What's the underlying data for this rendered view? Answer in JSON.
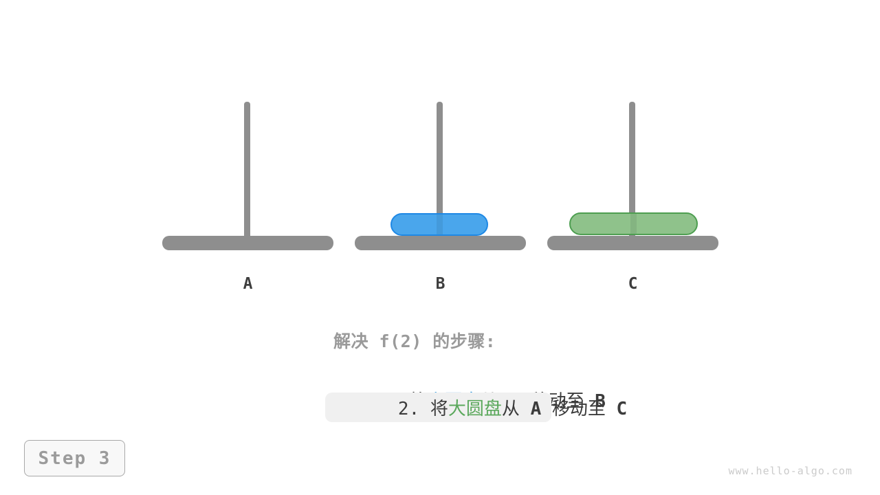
{
  "figure": {
    "pegs": [
      {
        "label": "A",
        "disks": []
      },
      {
        "label": "B",
        "disks": [
          "small-disk"
        ]
      },
      {
        "label": "C",
        "disks": [
          "large-disk"
        ]
      }
    ],
    "disks": [
      {
        "id": "small-disk",
        "name_cn": "小圆盘",
        "on_peg": "B"
      },
      {
        "id": "large-disk",
        "name_cn": "大圆盘",
        "on_peg": "C"
      }
    ]
  },
  "caption": {
    "title": "解决 f(2) 的步骤:",
    "steps": [
      {
        "highlighted": false,
        "segments": [
          "1. 将",
          "小圆盘",
          "从 ",
          "A",
          " 移动至 ",
          "B"
        ]
      },
      {
        "highlighted": true,
        "segments": [
          "2. 将",
          "大圆盘",
          "从 ",
          "A",
          " 移动至 ",
          "C"
        ]
      }
    ]
  },
  "step_badge": {
    "label": "Step 3"
  },
  "watermark": "www.hello-algo.com",
  "colors": {
    "accent_blue": "#3498DB",
    "accent_green": "#5BA85C",
    "text_dark": "#3C3C3C",
    "text_gray": "#9A9A9A",
    "label_dark": "#3E3E3E",
    "wood_gray": "#8E8E8E",
    "disk_small_fill": "#4AA6EC",
    "disk_small_border": "#1E88E5",
    "disk_large_fill": "#8FC28B",
    "disk_large_border": "#4D9E50",
    "highlight_bg": "#F0F0F0",
    "badge_bg": "#F8F8F8",
    "badge_border": "#A8A8A8",
    "badge_text": "#9B9B9B",
    "watermark_gray": "#CBCBCB"
  }
}
